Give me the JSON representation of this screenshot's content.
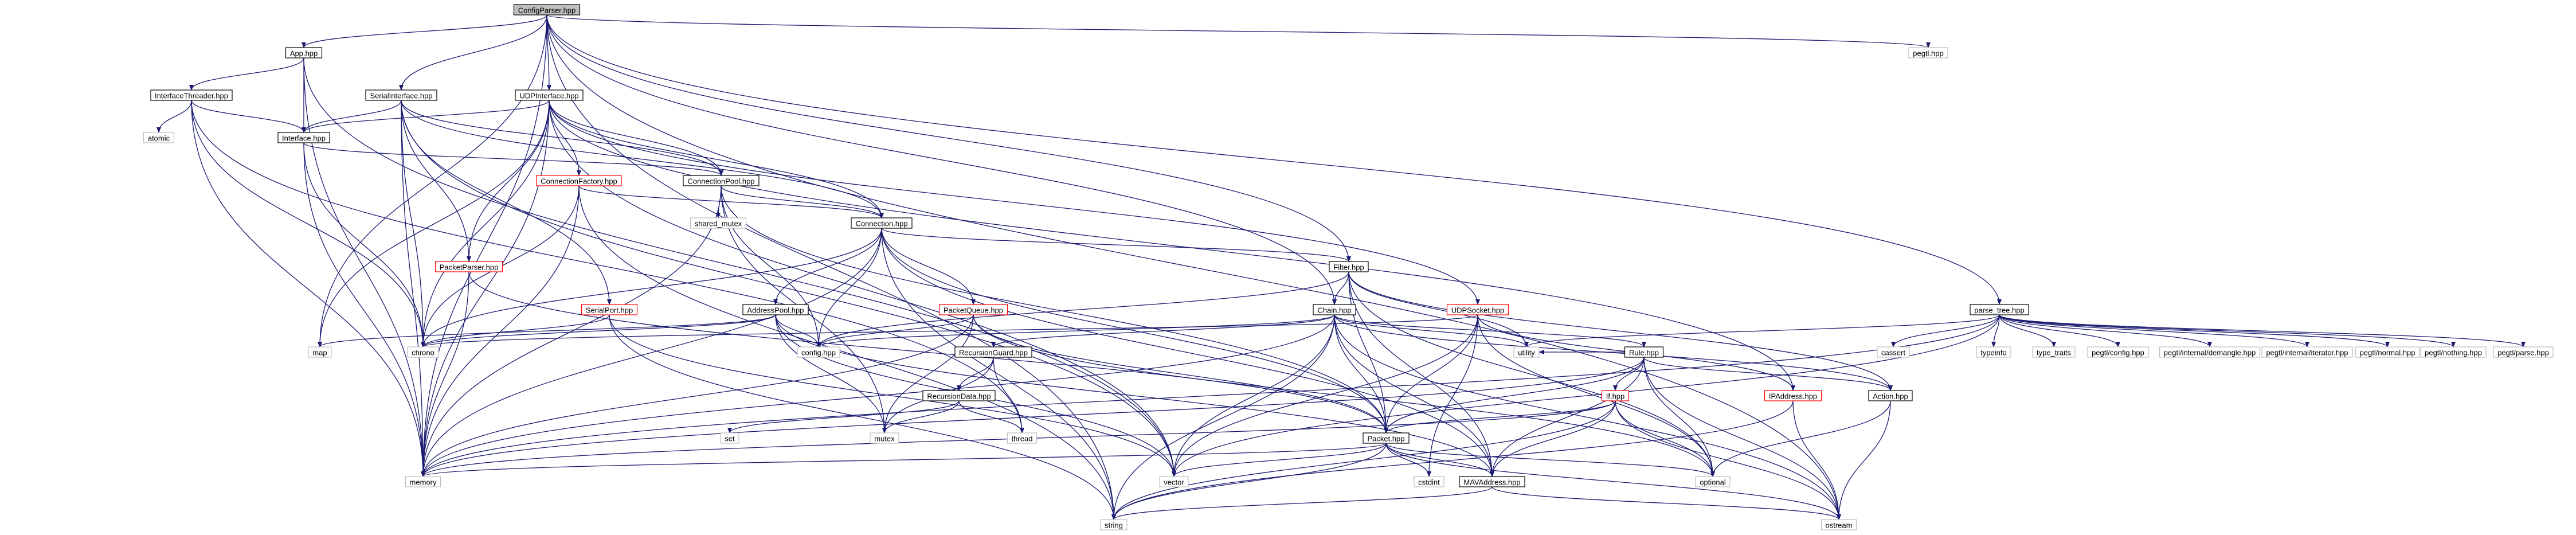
{
  "diagram": {
    "title_node": "ConfigParser.hpp",
    "colors": {
      "edge": "#191970",
      "node_border": "#000000",
      "node_external_border": "#bfbfbf",
      "node_incomplete_border": "#ff0000",
      "root_fill": "#bfbfbf",
      "text": "#000000"
    },
    "nodes": [
      {
        "id": "configparser",
        "label": "ConfigParser.hpp",
        "kind": "root"
      },
      {
        "id": "app",
        "label": "App.hpp",
        "kind": "normal"
      },
      {
        "id": "serialinterface",
        "label": "SerialInterface.hpp",
        "kind": "normal"
      },
      {
        "id": "udpinterface",
        "label": "UDPInterface.hpp",
        "kind": "normal"
      },
      {
        "id": "pegtl",
        "label": "pegtl.hpp",
        "kind": "external"
      },
      {
        "id": "interfacethreader",
        "label": "InterfaceThreader.hpp",
        "kind": "normal"
      },
      {
        "id": "atomic",
        "label": "atomic",
        "kind": "external"
      },
      {
        "id": "interface",
        "label": "Interface.hpp",
        "kind": "normal"
      },
      {
        "id": "connectionfactory",
        "label": "ConnectionFactory.hpp",
        "kind": "incomplete"
      },
      {
        "id": "connectionpool",
        "label": "ConnectionPool.hpp",
        "kind": "normal"
      },
      {
        "id": "shared_mutex",
        "label": "shared_mutex",
        "kind": "external"
      },
      {
        "id": "connection",
        "label": "Connection.hpp",
        "kind": "normal"
      },
      {
        "id": "packetparser",
        "label": "PacketParser.hpp",
        "kind": "incomplete"
      },
      {
        "id": "filter",
        "label": "Filter.hpp",
        "kind": "normal"
      },
      {
        "id": "serialport",
        "label": "SerialPort.hpp",
        "kind": "incomplete"
      },
      {
        "id": "addresspool",
        "label": "AddressPool.hpp",
        "kind": "normal"
      },
      {
        "id": "packetqueue",
        "label": "PacketQueue.hpp",
        "kind": "incomplete"
      },
      {
        "id": "chain",
        "label": "Chain.hpp",
        "kind": "normal"
      },
      {
        "id": "udpsocket",
        "label": "UDPSocket.hpp",
        "kind": "incomplete"
      },
      {
        "id": "parse_tree",
        "label": "parse_tree.hpp",
        "kind": "normal"
      },
      {
        "id": "map",
        "label": "map",
        "kind": "external"
      },
      {
        "id": "chrono",
        "label": "chrono",
        "kind": "external"
      },
      {
        "id": "confighpp",
        "label": "config.hpp",
        "kind": "external"
      },
      {
        "id": "utility",
        "label": "utility",
        "kind": "external"
      },
      {
        "id": "recursionguard",
        "label": "RecursionGuard.hpp",
        "kind": "normal"
      },
      {
        "id": "rule",
        "label": "Rule.hpp",
        "kind": "normal"
      },
      {
        "id": "cassert",
        "label": "cassert",
        "kind": "external"
      },
      {
        "id": "typeinfo",
        "label": "typeinfo",
        "kind": "external"
      },
      {
        "id": "type_traits",
        "label": "type_traits",
        "kind": "external"
      },
      {
        "id": "pegtl_config",
        "label": "pegtl/config.hpp",
        "kind": "external"
      },
      {
        "id": "pegtl_demangle",
        "label": "pegtl/internal/demangle.hpp",
        "kind": "external"
      },
      {
        "id": "pegtl_iterator",
        "label": "pegtl/internal/iterator.hpp",
        "kind": "external"
      },
      {
        "id": "pegtl_normal",
        "label": "pegtl/normal.hpp",
        "kind": "external"
      },
      {
        "id": "pegtl_nothing",
        "label": "pegtl/nothing.hpp",
        "kind": "external"
      },
      {
        "id": "pegtl_parse",
        "label": "pegtl/parse.hpp",
        "kind": "external"
      },
      {
        "id": "recursiondata",
        "label": "RecursionData.hpp",
        "kind": "normal"
      },
      {
        "id": "ipaddress",
        "label": "IPAddress.hpp",
        "kind": "incomplete"
      },
      {
        "id": "action",
        "label": "Action.hpp",
        "kind": "normal"
      },
      {
        "id": "if",
        "label": "If.hpp",
        "kind": "incomplete"
      },
      {
        "id": "set",
        "label": "set",
        "kind": "external"
      },
      {
        "id": "mutex",
        "label": "mutex",
        "kind": "external"
      },
      {
        "id": "thread",
        "label": "thread",
        "kind": "external"
      },
      {
        "id": "packet",
        "label": "Packet.hpp",
        "kind": "normal"
      },
      {
        "id": "memory",
        "label": "memory",
        "kind": "external"
      },
      {
        "id": "vector",
        "label": "vector",
        "kind": "external"
      },
      {
        "id": "cstdint",
        "label": "cstdint",
        "kind": "external"
      },
      {
        "id": "macaddress",
        "label": "MAVAddress.hpp",
        "kind": "normal"
      },
      {
        "id": "optional",
        "label": "optional",
        "kind": "external"
      },
      {
        "id": "string",
        "label": "string",
        "kind": "external"
      },
      {
        "id": "ostream",
        "label": "ostream",
        "kind": "external"
      }
    ],
    "edges": [
      [
        "configparser",
        "app"
      ],
      [
        "configparser",
        "serialinterface"
      ],
      [
        "configparser",
        "udpinterface"
      ],
      [
        "configparser",
        "pegtl"
      ],
      [
        "configparser",
        "chain"
      ],
      [
        "configparser",
        "filter"
      ],
      [
        "configparser",
        "parse_tree"
      ],
      [
        "configparser",
        "map"
      ],
      [
        "configparser",
        "memory"
      ],
      [
        "configparser",
        "string"
      ],
      [
        "configparser",
        "ostream"
      ],
      [
        "app",
        "interfacethreader"
      ],
      [
        "app",
        "interface"
      ],
      [
        "app",
        "memory"
      ],
      [
        "app",
        "vector"
      ],
      [
        "interfacethreader",
        "atomic"
      ],
      [
        "interfacethreader",
        "interface"
      ],
      [
        "interfacethreader",
        "memory"
      ],
      [
        "interfacethreader",
        "thread"
      ],
      [
        "interfacethreader",
        "chrono"
      ],
      [
        "serialinterface",
        "interface"
      ],
      [
        "serialinterface",
        "connectionpool"
      ],
      [
        "serialinterface",
        "connection"
      ],
      [
        "serialinterface",
        "packetparser"
      ],
      [
        "serialinterface",
        "serialport"
      ],
      [
        "serialinterface",
        "chrono"
      ],
      [
        "serialinterface",
        "memory"
      ],
      [
        "serialinterface",
        "vector"
      ],
      [
        "udpinterface",
        "interface"
      ],
      [
        "udpinterface",
        "connectionfactory"
      ],
      [
        "udpinterface",
        "connectionpool"
      ],
      [
        "udpinterface",
        "connection"
      ],
      [
        "udpinterface",
        "packetparser"
      ],
      [
        "udpinterface",
        "udpsocket"
      ],
      [
        "udpinterface",
        "ipaddress"
      ],
      [
        "udpinterface",
        "chrono"
      ],
      [
        "udpinterface",
        "map"
      ],
      [
        "udpinterface",
        "memory"
      ],
      [
        "udpinterface",
        "vector"
      ],
      [
        "interface",
        "connectionpool"
      ],
      [
        "interface",
        "chrono"
      ],
      [
        "interface",
        "memory"
      ],
      [
        "connectionfactory",
        "connection"
      ],
      [
        "connectionfactory",
        "chrono"
      ],
      [
        "connectionfactory",
        "memory"
      ],
      [
        "connectionfactory",
        "string"
      ],
      [
        "connectionpool",
        "connection"
      ],
      [
        "connectionpool",
        "shared_mutex"
      ],
      [
        "connectionpool",
        "packet"
      ],
      [
        "connectionpool",
        "memory"
      ],
      [
        "connectionpool",
        "mutex"
      ],
      [
        "connectionpool",
        "confighpp"
      ],
      [
        "connection",
        "filter"
      ],
      [
        "connection",
        "addresspool"
      ],
      [
        "connection",
        "packetqueue"
      ],
      [
        "connection",
        "packet"
      ],
      [
        "connection",
        "macaddress"
      ],
      [
        "connection",
        "chrono"
      ],
      [
        "connection",
        "memory"
      ],
      [
        "connection",
        "string"
      ],
      [
        "connection",
        "confighpp"
      ],
      [
        "packetparser",
        "packet"
      ],
      [
        "packetparser",
        "memory"
      ],
      [
        "serialport",
        "chrono"
      ],
      [
        "serialport",
        "string"
      ],
      [
        "serialport",
        "vector"
      ],
      [
        "filter",
        "chain"
      ],
      [
        "filter",
        "action"
      ],
      [
        "filter",
        "packet"
      ],
      [
        "filter",
        "macaddress"
      ],
      [
        "filter",
        "utility"
      ],
      [
        "filter",
        "optional"
      ],
      [
        "filter",
        "confighpp"
      ],
      [
        "addresspool",
        "macaddress"
      ],
      [
        "addresspool",
        "chrono"
      ],
      [
        "addresspool",
        "map"
      ],
      [
        "addresspool",
        "mutex"
      ],
      [
        "addresspool",
        "vector"
      ],
      [
        "addresspool",
        "confighpp"
      ],
      [
        "packetqueue",
        "packet"
      ],
      [
        "packetqueue",
        "memory"
      ],
      [
        "packetqueue",
        "mutex"
      ],
      [
        "packetqueue",
        "optional"
      ],
      [
        "packetqueue",
        "confighpp"
      ],
      [
        "chain",
        "recursionguard"
      ],
      [
        "chain",
        "rule"
      ],
      [
        "chain",
        "action"
      ],
      [
        "chain",
        "packet"
      ],
      [
        "chain",
        "macaddress"
      ],
      [
        "chain",
        "memory"
      ],
      [
        "chain",
        "vector"
      ],
      [
        "chain",
        "string"
      ],
      [
        "chain",
        "ostream"
      ],
      [
        "chain",
        "utility"
      ],
      [
        "chain",
        "confighpp"
      ],
      [
        "udpsocket",
        "ipaddress"
      ],
      [
        "udpsocket",
        "packet"
      ],
      [
        "udpsocket",
        "chrono"
      ],
      [
        "udpsocket",
        "cstdint"
      ],
      [
        "udpsocket",
        "vector"
      ],
      [
        "udpsocket",
        "optional"
      ],
      [
        "recursionguard",
        "recursiondata"
      ],
      [
        "recursionguard",
        "mutex"
      ],
      [
        "recursionguard",
        "thread"
      ],
      [
        "recursiondata",
        "set"
      ],
      [
        "recursiondata",
        "mutex"
      ],
      [
        "recursiondata",
        "thread"
      ],
      [
        "rule",
        "action"
      ],
      [
        "rule",
        "if"
      ],
      [
        "rule",
        "packet"
      ],
      [
        "rule",
        "macaddress"
      ],
      [
        "rule",
        "memory"
      ],
      [
        "rule",
        "optional"
      ],
      [
        "rule",
        "ostream"
      ],
      [
        "rule",
        "utility"
      ],
      [
        "if",
        "packet"
      ],
      [
        "if",
        "macaddress"
      ],
      [
        "if",
        "optional"
      ],
      [
        "if",
        "string"
      ],
      [
        "if",
        "ostream"
      ],
      [
        "if",
        "memory"
      ],
      [
        "action",
        "optional"
      ],
      [
        "action",
        "ostream"
      ],
      [
        "ipaddress",
        "string"
      ],
      [
        "ipaddress",
        "ostream"
      ],
      [
        "packet",
        "macaddress"
      ],
      [
        "packet",
        "cstdint"
      ],
      [
        "packet",
        "vector"
      ],
      [
        "packet",
        "memory"
      ],
      [
        "packet",
        "string"
      ],
      [
        "packet",
        "ostream"
      ],
      [
        "packet",
        "optional"
      ],
      [
        "macaddress",
        "string"
      ],
      [
        "macaddress",
        "ostream"
      ],
      [
        "parse_tree",
        "cassert"
      ],
      [
        "parse_tree",
        "typeinfo"
      ],
      [
        "parse_tree",
        "type_traits"
      ],
      [
        "parse_tree",
        "pegtl_config"
      ],
      [
        "parse_tree",
        "pegtl_demangle"
      ],
      [
        "parse_tree",
        "pegtl_iterator"
      ],
      [
        "parse_tree",
        "pegtl_normal"
      ],
      [
        "parse_tree",
        "pegtl_nothing"
      ],
      [
        "parse_tree",
        "pegtl_parse"
      ],
      [
        "parse_tree",
        "memory"
      ],
      [
        "parse_tree",
        "vector"
      ],
      [
        "parse_tree",
        "utility"
      ]
    ]
  }
}
